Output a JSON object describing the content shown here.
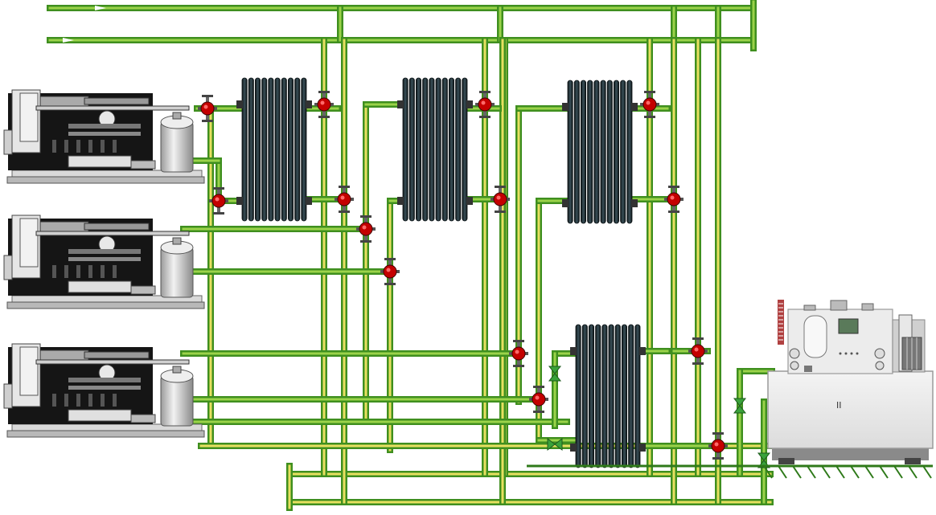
{
  "diagram": {
    "kind": "heating-system-schematic",
    "colors": {
      "pipe_green": "#3f8f1f",
      "pipe_green_light": "#9bd34a",
      "pipe_yellow": "#e8e060",
      "valve_red": "#c40000",
      "valve_green": "#3aa23a",
      "radiator": "#1f3036",
      "machine_dark": "#151515",
      "machine_gray": "#c8c8c8"
    },
    "components": {
      "generator_units": [
        "generator-1",
        "generator-2",
        "generator-3"
      ],
      "radiators": [
        "radiator-1",
        "radiator-2",
        "radiator-3",
        "radiator-4"
      ],
      "boiler_unit_label": "II"
    }
  }
}
